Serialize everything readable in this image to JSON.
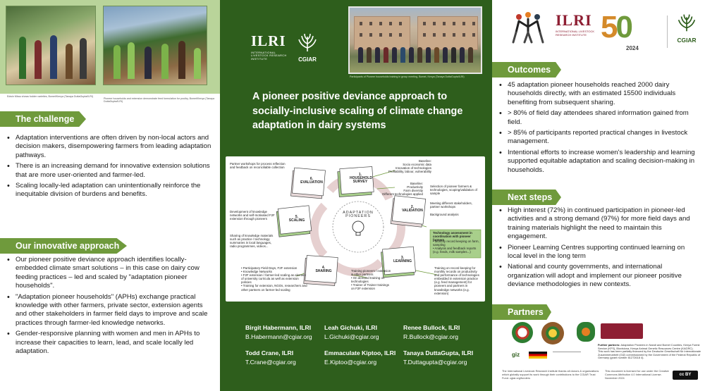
{
  "left": {
    "captions": {
      "photo1": "Edwin Mbau shows fodder varieties, Bomet/Kenya (Tanaya DuttaGupta/ILRI)",
      "photo2": "Pioneer households and extension demonstrate feed formulation for poultry, Bomet/Kenya (Tanaya DuttaGupta/ILRI)"
    },
    "challenge": {
      "heading": "The challenge",
      "items": [
        "Adaptation interventions are often driven by non-local actors and decision makers, disempowering farmers from leading adaptation pathways.",
        "There is an increasing demand for innovative extension solutions that are more user-oriented and farmer-led.",
        "Scaling locally-led adaptation can unintentionally reinforce the inequitable division of burdens and benefits."
      ]
    },
    "approach": {
      "heading": "Our innovative approach",
      "items": [
        "Our pioneer positive deviance approach identifies locally-embedded climate smart solutions – in this case on dairy cow feeding practices – led and scaled by \"adaptation pioneer households\".",
        "\"Adaptation pioneer households\" (APHs) exchange practical knowledge with other farmers, private sector, extension agents and other stakeholders in farmer field days to improve and scale practices through farmer-led knowledge networks.",
        "Gender-responsive planning with women and men in APHs to increase their capacities to learn, lead, and scale locally led adaptation."
      ]
    }
  },
  "middle": {
    "ilri": {
      "name": "ILRI",
      "full": "INTERNATIONAL LIVESTOCK RESEARCH INSTITUTE"
    },
    "cgiar": "CGIAR",
    "photo_caption": "Participants of Pioneer households training in group meeting, Bomet, Kenya (Tanaya DuttaGupta/ILRI)",
    "title": "A pioneer positive deviance approach to socially-inclusive scaling of climate change adaptation in dairy systems",
    "diagram": {
      "center": "ADAPTATION PIONEERS",
      "steps": [
        {
          "num": "1.",
          "label": "HOUSEHOLD SURVEY"
        },
        {
          "num": "2.",
          "label": "VALIDATION"
        },
        {
          "num": "3.",
          "label": "LEARNING"
        },
        {
          "num": "4.",
          "label": "SHARING"
        },
        {
          "num": "5.",
          "label": "SCALING"
        },
        {
          "num": "6.",
          "label": "EVALUATION"
        }
      ],
      "notes": {
        "top_left": "Partner workshops for process reflection and feedback on reconciliable collection",
        "baseline": "Baseline:\nSocio economic data\nInnovation of technologies\nProfitability, labour, vulnerability",
        "baseline2": "Baseline:\nProductivity\nFarm diversity\nDifferent technologies applied",
        "selection": "Selection of pioneer farmers & technologies, scoping/validation of sample",
        "meeting": "Meeting different stakeholders, partner workshops",
        "background": "Background analysis",
        "tech_title": "Technology assessment in coordination with pioneer farmers",
        "tech_items": "• Monthly record keeping on farm, sampling\n• Analysis and feedback reports (e.g. feeds, milk samples...)",
        "training_record": "Training on record keeping for monthly records on productivity and performance of technologies embedded in extension practice (e.g. feed management) for pioneers and partners in knowledge networks (e.g. extension)",
        "training_pioneers": "Training pioneers / extension & other partners\n• On demand training on technologies\n• Trainer of Trainer trainings on F2F extension",
        "sharing": "• Participatory Field Days, F2F extension\n• Knowledge Networks\n• F2F extension / farmer-led scaling as element of university curricula as well as extension policies\n• Training for extension, NGOs, researchers and other partners on farmer-led scaling",
        "development": "Development of knowledge networks and self-motivated F2F extension through pioneers",
        "sharing_materials": "Sharing of knowledge materials such as practice / technology summaries in local languages, radio programmes, videos..."
      }
    },
    "authors": [
      {
        "name": "Birgit Habermann, ILRI",
        "email": "B.Habermann@cgiar.org"
      },
      {
        "name": "Leah Gichuki, ILRI",
        "email": "L.Gichuki@cgiar.org"
      },
      {
        "name": "Renee Bullock, ILRI",
        "email": "R.Bullock@cgiar.org"
      },
      {
        "name": "Todd Crane, ILRI",
        "email": "T.Crane@cgiar.org"
      },
      {
        "name": "Emmaculate Kiptoo, ILRI",
        "email": "E.Kiptoo@cgiar.org"
      },
      {
        "name": "Tanaya DuttaGupta, ILRI",
        "email": "T.Duttagupta@cgiar.org"
      }
    ]
  },
  "right": {
    "ilri": {
      "name": "ILRI",
      "full": "INTERNATIONAL LIVESTOCK RESEARCH INSTITUTE"
    },
    "anniversary": {
      "number_five": "5",
      "number_zero": "0",
      "year": "2024"
    },
    "cgiar": "CGIAR",
    "outcomes": {
      "heading": "Outcomes",
      "items": [
        "45 adaptation pioneer households reached 2000 dairy households directly, with an estimated 15500 individuals benefiting from subsequent sharing.",
        "> 80% of field day attendees shared information gained from field.",
        "> 85% of participants reported practical changes in livestock management.",
        "Intentional efforts to increase women's leadership and learning  supported equitable adaptation and scaling decision-making in households."
      ]
    },
    "next_steps": {
      "heading": "Next steps",
      "items": [
        "High interest (72%) in continued participation in pioneer-led activities and a strong demand (97%) for more field days and training materials highlight the need to maintain this engagement.",
        "Pioneer Learning Centres supporting continued learning on local level in the long term",
        "National and county governments, and international organization will adopt and implement our pioneer positive deviance methodologies in new contexts."
      ]
    },
    "partners": {
      "heading": "Partners",
      "further_label": "Further partners:",
      "further_text": "Adaptation Pioneers in Nandi and Bomet Counties, Kenya Forest Service (KFS), Biovisiona, Kenya Animal Genetic Resources Centre (KAGRC).",
      "funding_text": "This work has been partially financed by the Deutsche Gesellschaft für Internationale Zusammenarbeit (GIZ) commissioned by the Government of the Federal Republic of Germany (grant number 81272618 4).",
      "giz": "giz"
    },
    "footer_left": "The International Livestock Research Institute thanks all donors & organizations which globally support its work through their contributions to the CGIAR Trust Fund. cgiar.org/funders",
    "footer_right": "This document is licensed for use under the Creative Commons Attribution 4.0 International License. November 2024",
    "license_badge": "cc BY"
  },
  "colors": {
    "dark_green": "#2e5e1c",
    "accent_green": "#6f9a3c",
    "band_green": "#b9d49a",
    "ilri_red": "#8e1f33",
    "orange": "#d48a2a"
  }
}
